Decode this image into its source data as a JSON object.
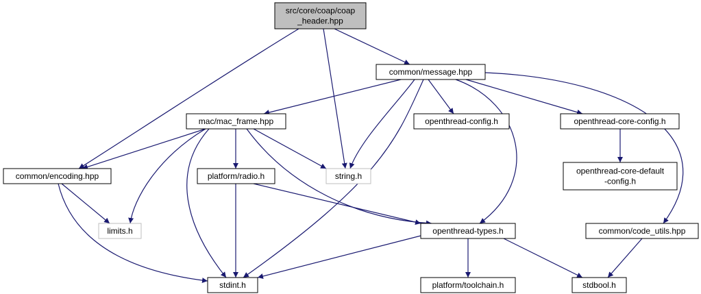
{
  "diagram": {
    "colors": {
      "edge": "#191970",
      "node_border": "#000000",
      "external_border": "#bfbfbf",
      "root_fill": "#bfbfbf",
      "node_fill": "#ffffff"
    },
    "nodes": [
      {
        "id": "coap_header",
        "lines": [
          "src/core/coap/coap",
          "_header.hpp"
        ],
        "kind": "root"
      },
      {
        "id": "message",
        "lines": [
          "common/message.hpp"
        ],
        "kind": "normal"
      },
      {
        "id": "mac_frame",
        "lines": [
          "mac/mac_frame.hpp"
        ],
        "kind": "normal"
      },
      {
        "id": "openthread_config",
        "lines": [
          "openthread-config.h"
        ],
        "kind": "normal"
      },
      {
        "id": "openthread_core_config",
        "lines": [
          "openthread-core-config.h"
        ],
        "kind": "normal"
      },
      {
        "id": "encoding",
        "lines": [
          "common/encoding.hpp"
        ],
        "kind": "normal"
      },
      {
        "id": "radio",
        "lines": [
          "platform/radio.h"
        ],
        "kind": "normal"
      },
      {
        "id": "string_h",
        "lines": [
          "string.h"
        ],
        "kind": "external"
      },
      {
        "id": "core_default_config",
        "lines": [
          "openthread-core-default",
          "-config.h"
        ],
        "kind": "normal"
      },
      {
        "id": "limits_h",
        "lines": [
          "limits.h"
        ],
        "kind": "external"
      },
      {
        "id": "openthread_types",
        "lines": [
          "openthread-types.h"
        ],
        "kind": "normal"
      },
      {
        "id": "code_utils",
        "lines": [
          "common/code_utils.hpp"
        ],
        "kind": "normal"
      },
      {
        "id": "stdint_h",
        "lines": [
          "stdint.h"
        ],
        "kind": "normal"
      },
      {
        "id": "toolchain",
        "lines": [
          "platform/toolchain.h"
        ],
        "kind": "normal"
      },
      {
        "id": "stdbool_h",
        "lines": [
          "stdbool.h"
        ],
        "kind": "normal"
      }
    ],
    "edges": [
      {
        "from": "coap_header",
        "to": "encoding"
      },
      {
        "from": "coap_header",
        "to": "string_h"
      },
      {
        "from": "coap_header",
        "to": "message"
      },
      {
        "from": "message",
        "to": "mac_frame"
      },
      {
        "from": "message",
        "to": "string_h"
      },
      {
        "from": "message",
        "to": "stdint_h"
      },
      {
        "from": "message",
        "to": "openthread_config"
      },
      {
        "from": "message",
        "to": "openthread_types"
      },
      {
        "from": "message",
        "to": "openthread_core_config"
      },
      {
        "from": "message",
        "to": "code_utils"
      },
      {
        "from": "mac_frame",
        "to": "encoding"
      },
      {
        "from": "mac_frame",
        "to": "limits_h"
      },
      {
        "from": "mac_frame",
        "to": "stdint_h"
      },
      {
        "from": "mac_frame",
        "to": "radio"
      },
      {
        "from": "mac_frame",
        "to": "string_h"
      },
      {
        "from": "mac_frame",
        "to": "openthread_types"
      },
      {
        "from": "encoding",
        "to": "limits_h"
      },
      {
        "from": "encoding",
        "to": "stdint_h"
      },
      {
        "from": "radio",
        "to": "stdint_h"
      },
      {
        "from": "radio",
        "to": "openthread_types"
      },
      {
        "from": "openthread_core_config",
        "to": "core_default_config"
      },
      {
        "from": "openthread_types",
        "to": "stdint_h"
      },
      {
        "from": "openthread_types",
        "to": "toolchain"
      },
      {
        "from": "openthread_types",
        "to": "stdbool_h"
      },
      {
        "from": "code_utils",
        "to": "stdbool_h"
      }
    ]
  }
}
